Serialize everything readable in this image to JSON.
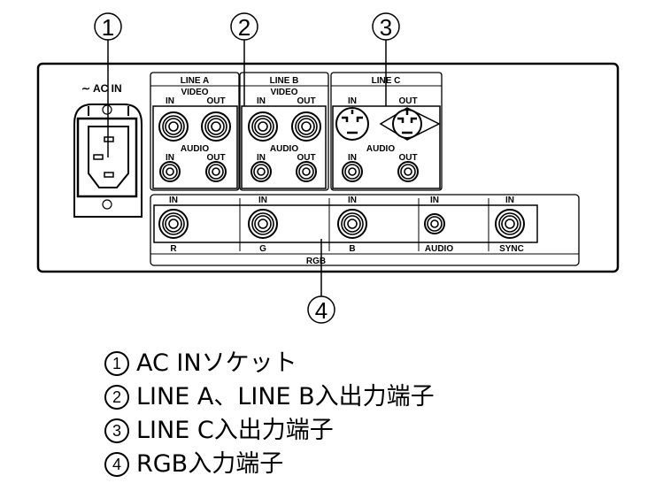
{
  "callouts": [
    "1",
    "2",
    "3",
    "4"
  ],
  "panel": {
    "ac_in_label": "∼ AC IN",
    "line_a": {
      "title": "LINE A",
      "video": "VIDEO",
      "audio": "AUDIO",
      "in": "IN",
      "out": "OUT"
    },
    "line_b": {
      "title": "LINE B",
      "video": "VIDEO",
      "audio": "AUDIO",
      "in": "IN",
      "out": "OUT"
    },
    "line_c": {
      "title": "LINE C",
      "audio": "AUDIO",
      "in": "IN",
      "out": "OUT"
    },
    "rgb": {
      "title": "RGB",
      "in": "IN",
      "channels": [
        "R",
        "G",
        "B",
        "AUDIO",
        "SYNC"
      ]
    }
  },
  "legend": [
    {
      "num": "1",
      "text": "AC INソケット"
    },
    {
      "num": "2",
      "text": "LINE A、LINE B入出力端子"
    },
    {
      "num": "3",
      "text": "LINE C入出力端子"
    },
    {
      "num": "4",
      "text": "RGB入力端子"
    }
  ]
}
